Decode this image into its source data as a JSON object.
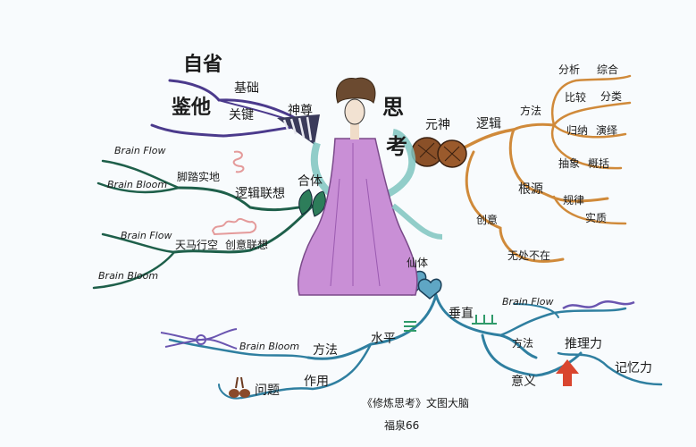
{
  "title": "《修炼思考》文图大脑",
  "author": "福泉66",
  "colors": {
    "background": "#f8fbfd",
    "branch_purple": "#4b3a8c",
    "branch_orange": "#d08a3a",
    "branch_green": "#1e5f4a",
    "branch_blue": "#2f7fa0",
    "dress": "#c98fd6",
    "scarf": "#7fc4c0",
    "hair": "#6b4a30",
    "arrow": "#d9452f"
  },
  "center": {
    "char1": "思",
    "char2": "考",
    "figure": "central-figure"
  },
  "branches": {
    "shenzun": {
      "label": "神尊",
      "children": [
        {
          "label": "基础",
          "leaf": "自省"
        },
        {
          "label": "关键",
          "leaf": "鉴他"
        }
      ]
    },
    "yuanshen": {
      "label": "元神",
      "logic": {
        "label": "逻辑",
        "method": {
          "label": "方法",
          "pairs": [
            {
              "a": "分析",
              "b": "综合"
            },
            {
              "a": "比较",
              "b": "分类"
            },
            {
              "a": "归纳",
              "b": "演绎"
            },
            {
              "a": "抽象",
              "b": "概括"
            }
          ]
        },
        "root": {
          "label": "根源",
          "children": [
            "规律",
            "实质"
          ]
        }
      },
      "creative": {
        "label": "创意",
        "leaf": "无处不在"
      }
    },
    "heti": {
      "label": "合体",
      "logic_assoc": {
        "label": "逻辑联想",
        "child": "脚踏实地",
        "leaves": [
          "Brain Flow",
          "Brain Bloom"
        ]
      },
      "creative_assoc": {
        "label": "创意联想",
        "child": "天马行空",
        "leaves": [
          "Brain Flow",
          "Brain Bloom"
        ]
      }
    },
    "xianti": {
      "label": "仙体",
      "vertical": {
        "label": "垂直",
        "method": {
          "label": "方法",
          "leaf": "Brain Flow"
        },
        "meaning": {
          "label": "意义",
          "child": "推理力",
          "leaf": "记忆力"
        }
      },
      "horizontal": {
        "label": "水平",
        "method": {
          "label": "方法",
          "leaf": "Brain Bloom"
        },
        "effect": {
          "label": "作用",
          "leaf": "问题"
        }
      }
    }
  }
}
